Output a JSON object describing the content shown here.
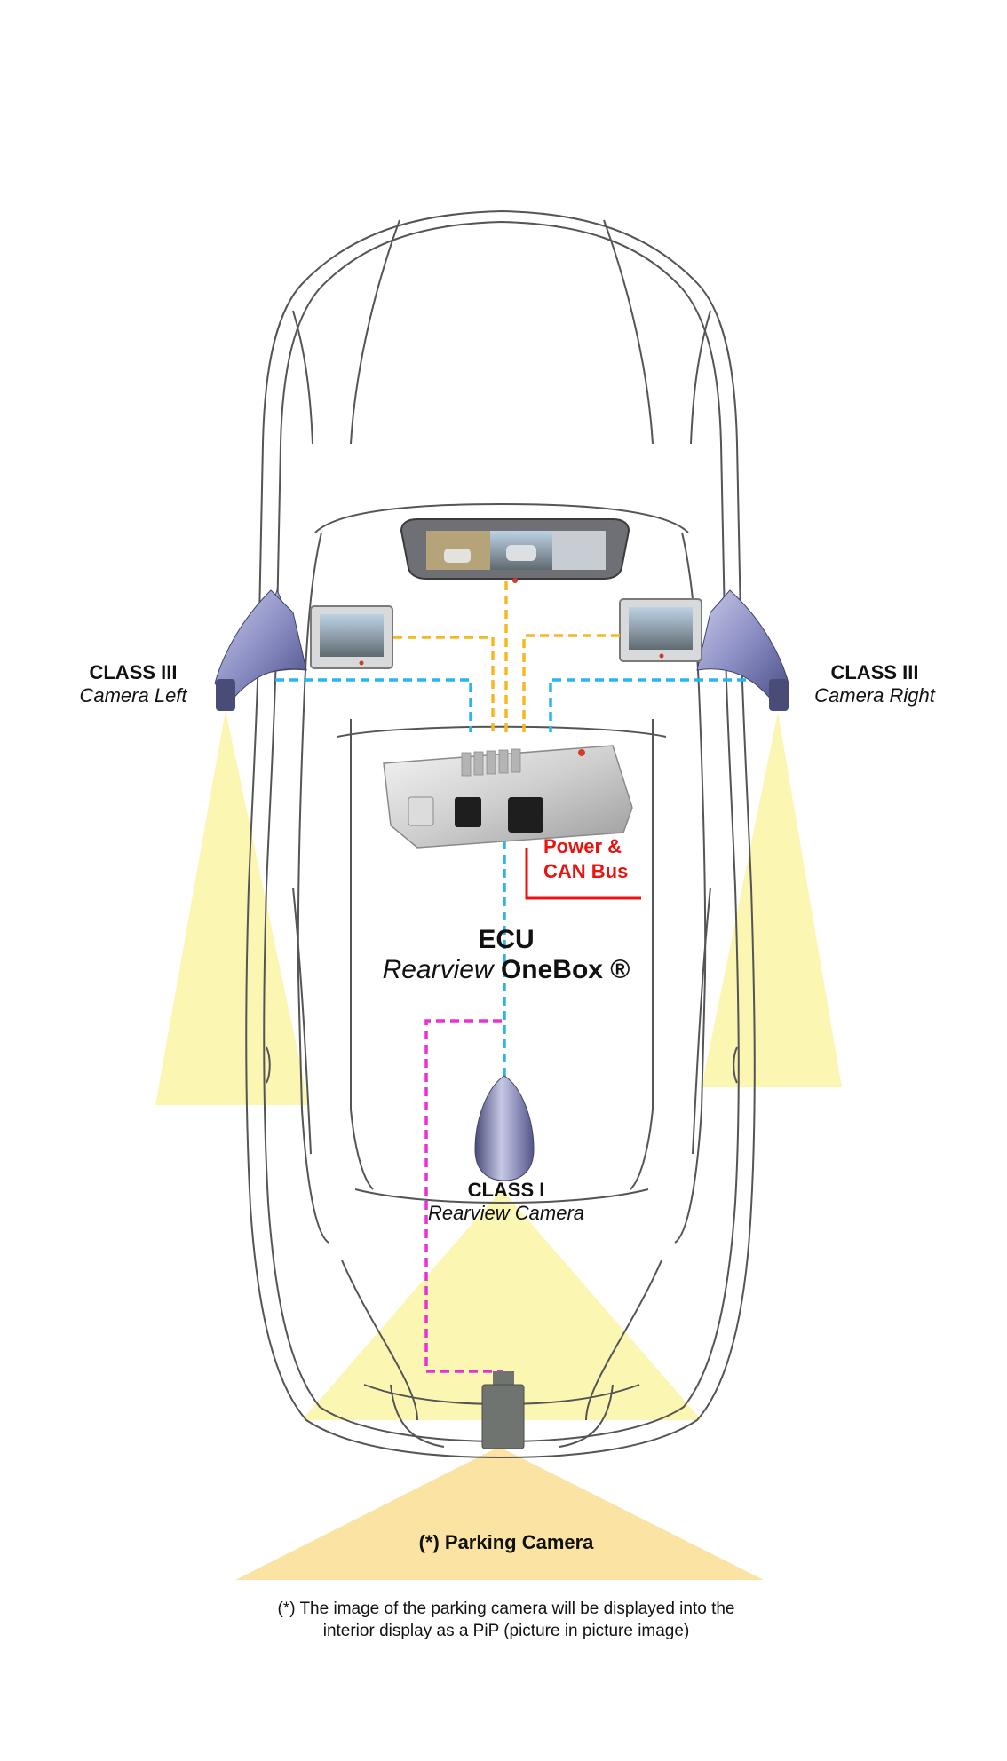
{
  "labels": {
    "class3_left": {
      "title": "CLASS III",
      "subtitle": "Camera Left"
    },
    "class3_right": {
      "title": "CLASS III",
      "subtitle": "Camera Right"
    },
    "power_can": {
      "line1": "Power &",
      "line2": "CAN Bus"
    },
    "ecu": {
      "title": "ECU",
      "sub_italic": "Rearview",
      "sub_bold": "OneBox ®"
    },
    "class1": {
      "title": "CLASS I",
      "subtitle": "Rearview Camera"
    },
    "parking": {
      "title": "(*) Parking Camera"
    },
    "footnote": {
      "line1": "(*) The image of the parking camera will be displayed into the",
      "line2": "interior display as a PiP (picture in picture image)"
    }
  },
  "colors": {
    "video_link": "#f5b820",
    "camera_link": "#29b6f0",
    "parking_link": "#e930d8",
    "power_can": "#e8140f",
    "fov_cone": "#fbf7b3",
    "parking_fov": "#fae3a3",
    "car_outline": "#555555"
  }
}
